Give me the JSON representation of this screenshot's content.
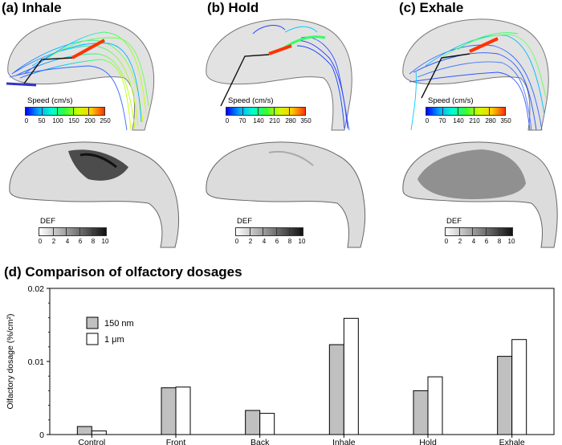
{
  "panels": {
    "a": {
      "title": "(a) Inhale",
      "colorbar_label": "Speed (cm/s)",
      "ticks": [
        "0",
        "50",
        "100",
        "150",
        "200",
        "250"
      ]
    },
    "b": {
      "title": "(b) Hold",
      "colorbar_label": "Speed (cm/s)",
      "ticks": [
        "0",
        "70",
        "140",
        "210",
        "280",
        "350"
      ]
    },
    "c": {
      "title": "(c) Exhale",
      "colorbar_label": "Speed (cm/s)",
      "ticks": [
        "0",
        "70",
        "140",
        "210",
        "280",
        "350"
      ]
    }
  },
  "def_colorbar": {
    "label": "DEF",
    "ticks": [
      "0",
      "2",
      "4",
      "6",
      "8",
      "10"
    ]
  },
  "colors": {
    "speed_gradient": [
      "#0000ff",
      "#00aaff",
      "#00ffcc",
      "#33ff33",
      "#ccff00",
      "#ffcc00",
      "#ff3300"
    ],
    "def_gradient": [
      "#ffffff",
      "#111111"
    ],
    "bar_150nm": "#c0c0c0",
    "bar_1um": "#ffffff",
    "nose_surface": "#e2e2e2",
    "nose_outline": "#777777"
  },
  "chart_data": {
    "type": "bar",
    "title": "(d) Comparison of olfactory dosages",
    "ylabel": "Olfactory dosage  (%/cm²)",
    "ylim": [
      0,
      0.02
    ],
    "yticks": [
      {
        "value": 0,
        "label": "0"
      },
      {
        "value": 0.01,
        "label": "0.01"
      },
      {
        "value": 0.02,
        "label": "0.02"
      }
    ],
    "categories": [
      "Control",
      "Front",
      "Back",
      "Inhale",
      "Hold",
      "Exhale"
    ],
    "series": [
      {
        "name": "150 nm",
        "values": [
          0.0011,
          0.0064,
          0.0033,
          0.0123,
          0.006,
          0.0107
        ]
      },
      {
        "name": "1 μm",
        "values": [
          0.0005,
          0.0065,
          0.0029,
          0.0159,
          0.0079,
          0.013
        ]
      }
    ],
    "legend_position": "top-left"
  }
}
